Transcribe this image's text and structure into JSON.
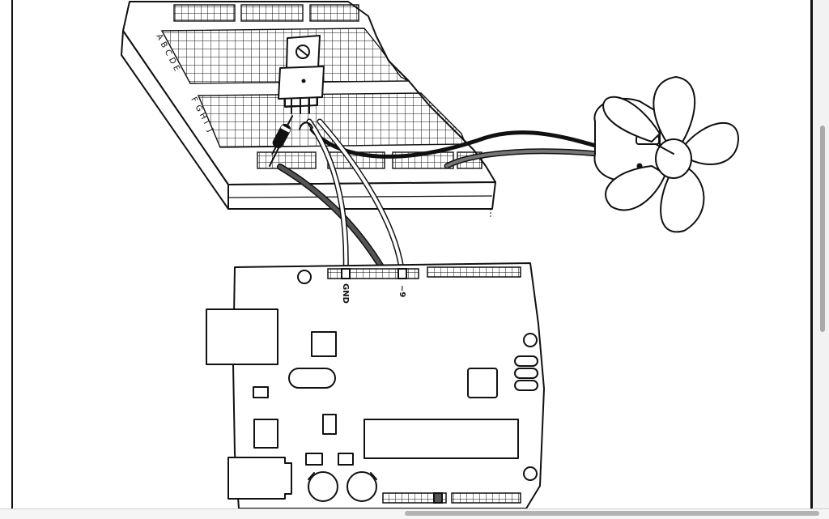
{
  "diagram": {
    "breadboard_rows": [
      "A",
      "B",
      "C",
      "D",
      "E",
      "F",
      "G",
      "H",
      "I",
      "J"
    ],
    "arduino_pin_labels": {
      "gnd": "GND",
      "pin9": "~9"
    },
    "wire_colors": {
      "dark_gray": "#555555",
      "black": "#111111",
      "white": "#ffffff"
    }
  }
}
